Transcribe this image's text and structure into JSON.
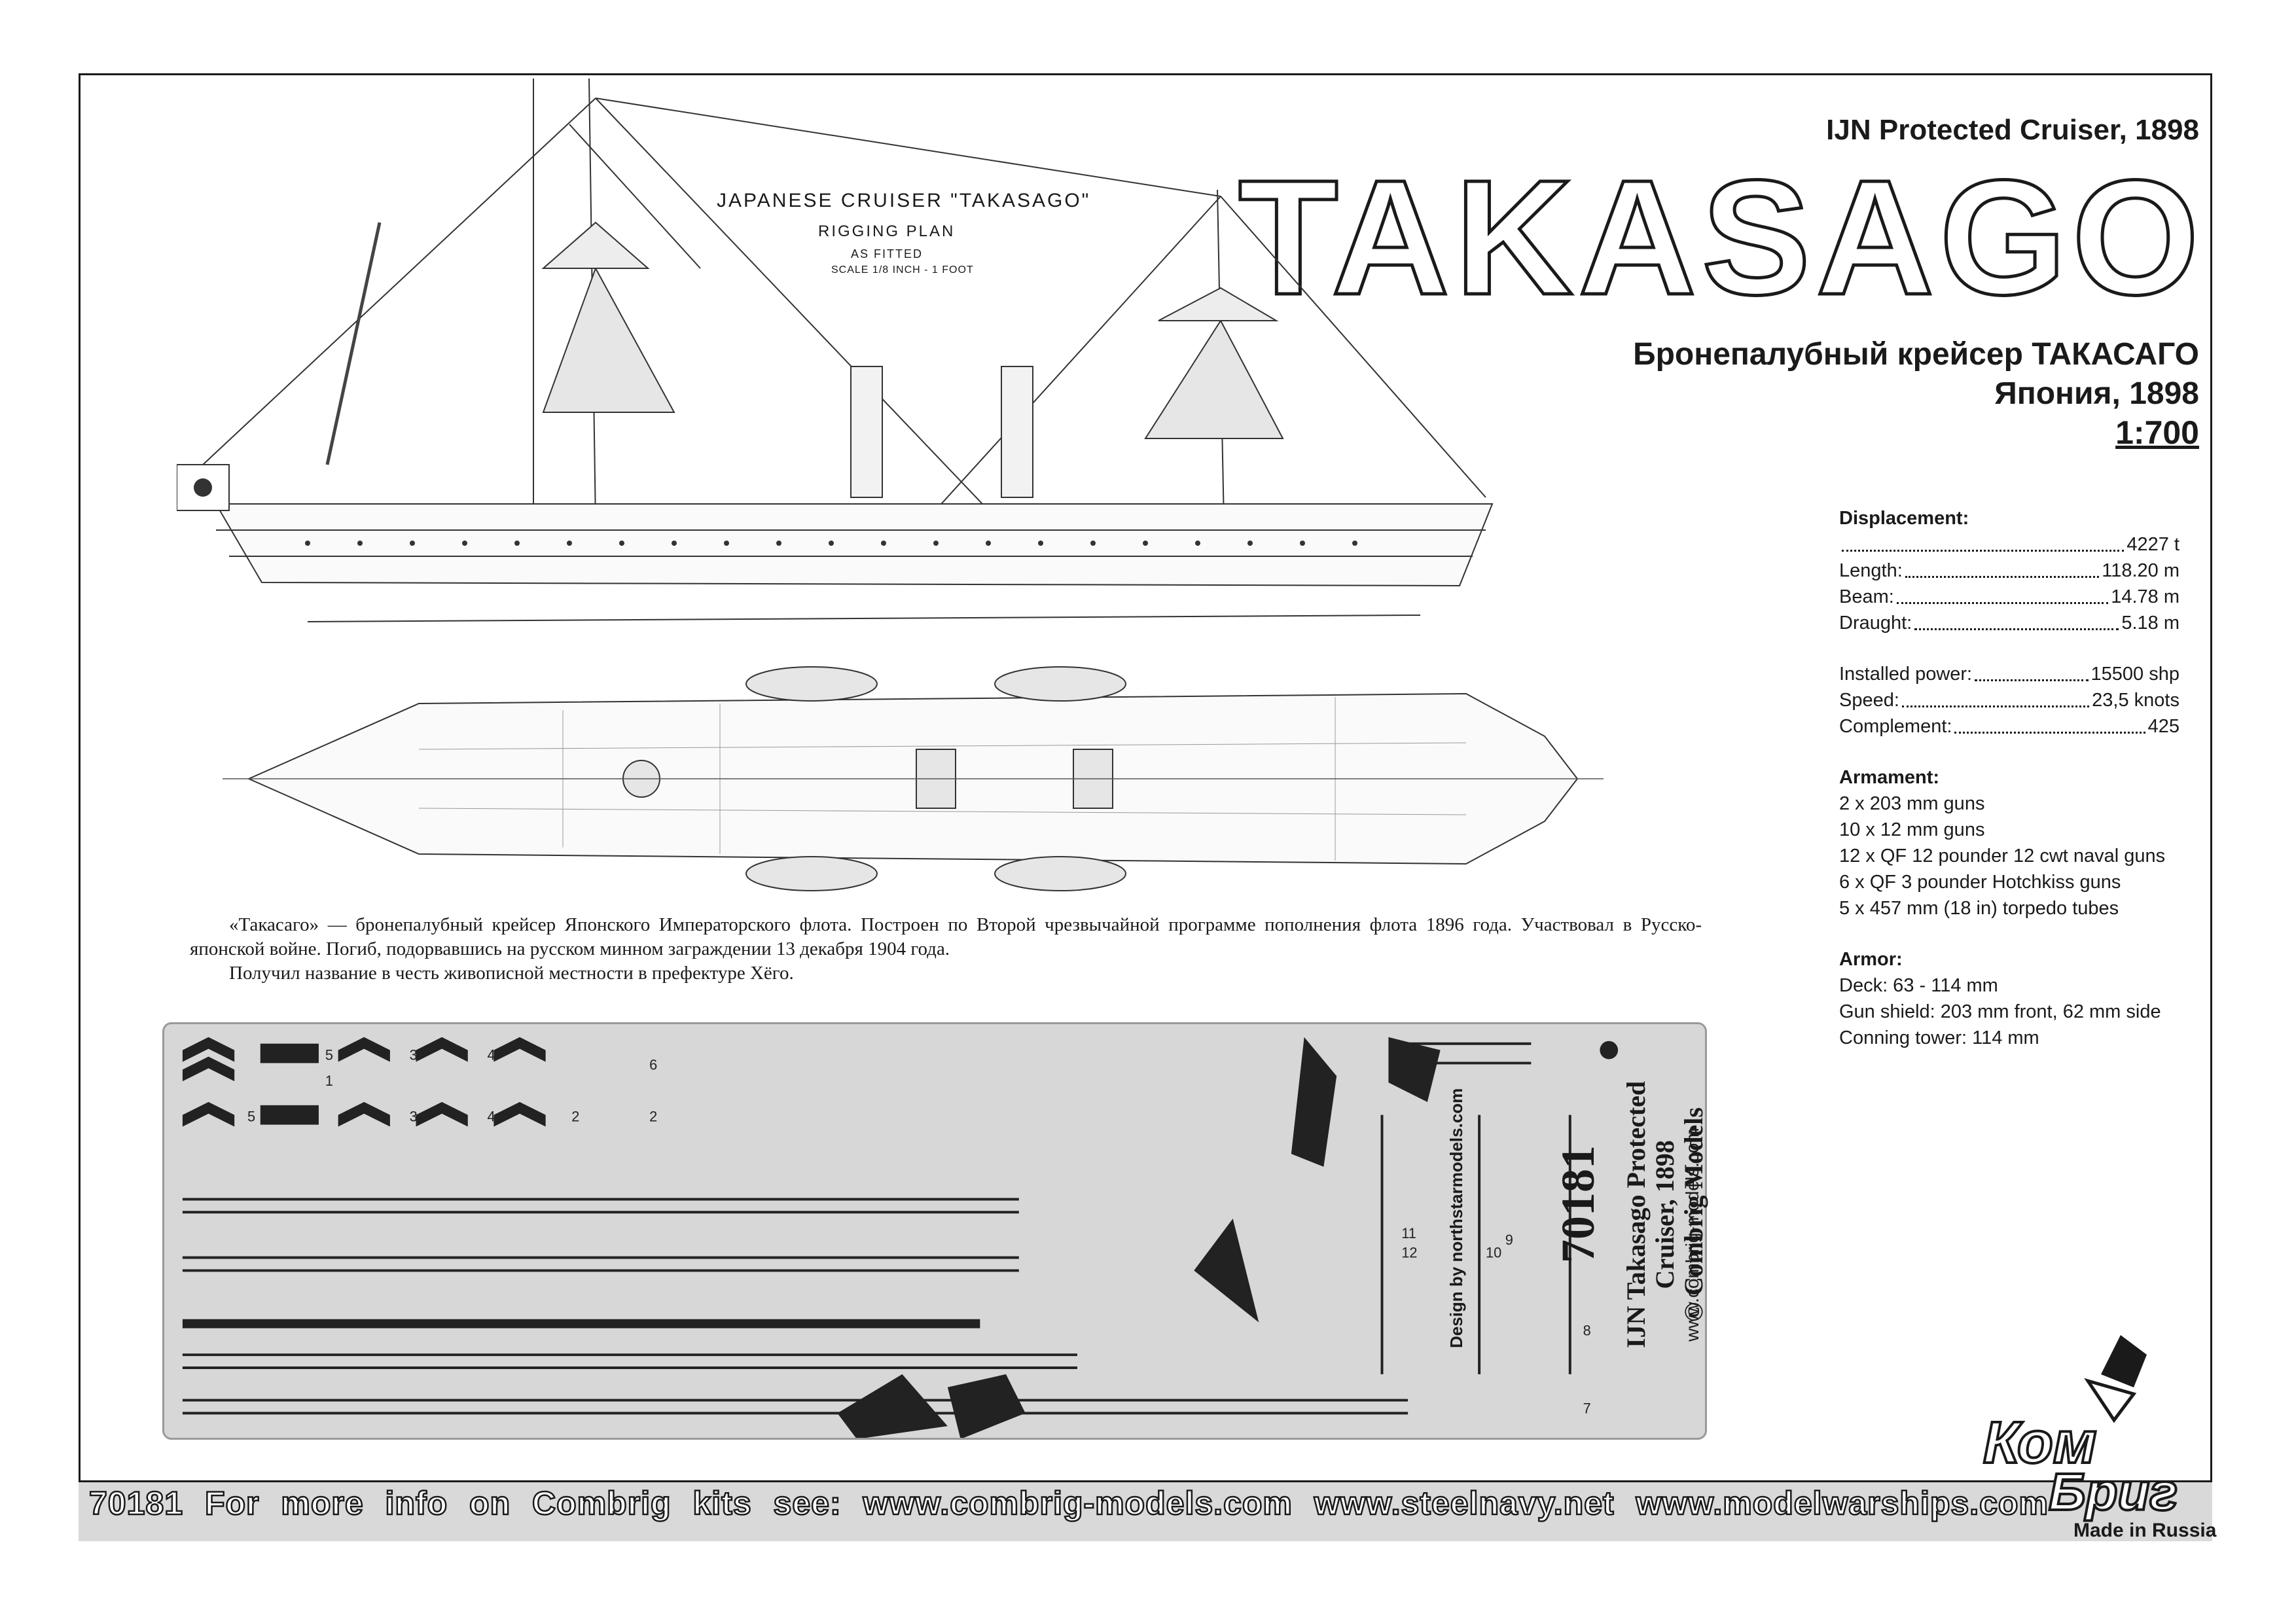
{
  "header": {
    "subtitle": "IJN Protected Cruiser, 1898",
    "title": "TAKASAGO",
    "ru_title_line1": "Бронепалубный крейсер ТАКАСАГО",
    "ru_title_line2": "Япония, 1898",
    "scale": "1:700"
  },
  "drawing": {
    "plan_title": "JAPANESE CRUISER \"TAKASAGO\"",
    "plan_subtitle": "RIGGING PLAN",
    "plan_note": "AS FITTED",
    "plan_scale": "SCALE 1/8 INCH - 1 FOOT"
  },
  "specs": {
    "displacement_heading": "Displacement:",
    "displacement_value": "4227 t",
    "rows1": [
      {
        "label": "Length:",
        "value": "118.20 m"
      },
      {
        "label": "Beam:",
        "value": "14.78 m"
      },
      {
        "label": "Draught:",
        "value": "5.18 m"
      }
    ],
    "rows2": [
      {
        "label": "Installed power: ",
        "value": "15500 shp"
      },
      {
        "label": "Speed:",
        "value": "23,5 knots"
      },
      {
        "label": "Complement: ",
        "value": "425"
      }
    ],
    "armament_heading": "Armament:",
    "armament": [
      "2 x 203 mm guns",
      "10 x 12 mm guns",
      "12 x QF 12 pounder 12 cwt naval guns",
      "6 x QF 3 pounder Hotchkiss guns",
      "5 x 457 mm (18 in) torpedo tubes"
    ],
    "armor_heading": "Armor:",
    "armor": [
      "Deck: 63 - 114 mm",
      "Gun shield: 203 mm front, 62 mm side",
      "Conning tower: 114 mm"
    ]
  },
  "description": {
    "p1": "«Такасаго» — бронепалубный крейсер Японского Императорского флота. Построен по Второй чрезвычайной программе пополнения флота 1896 года. Участвовал в Русско-японской войне. Погиб, подорвавшись на русском минном заграждении 13 декабря 1904 года.",
    "p2": "Получил название в честь живописной местности в префектуре Хёго."
  },
  "fret": {
    "code": "70181",
    "name_line1": "IJN Takasago Protected",
    "name_line2": "Cruiser, 1898",
    "name_line3": "© Combrig Models",
    "website": "www.combrig-models.com",
    "design": "Design by northstarmodels.com",
    "part_numbers": [
      "5",
      "1",
      "3",
      "4",
      "5",
      "2",
      "3",
      "4",
      "6",
      "2",
      "12",
      "11",
      "10",
      "9",
      "8",
      "7"
    ]
  },
  "footer": {
    "code": "70181",
    "text": "For more info on Combrig kits see:",
    "link1": "www.combrig-models.com",
    "link2": "www.steelnavy.net",
    "link3": "www.modelwarships.com"
  },
  "brand": {
    "logo_line1": "Ком",
    "logo_line2": "Бриг",
    "made_in": "Made in Russia"
  }
}
